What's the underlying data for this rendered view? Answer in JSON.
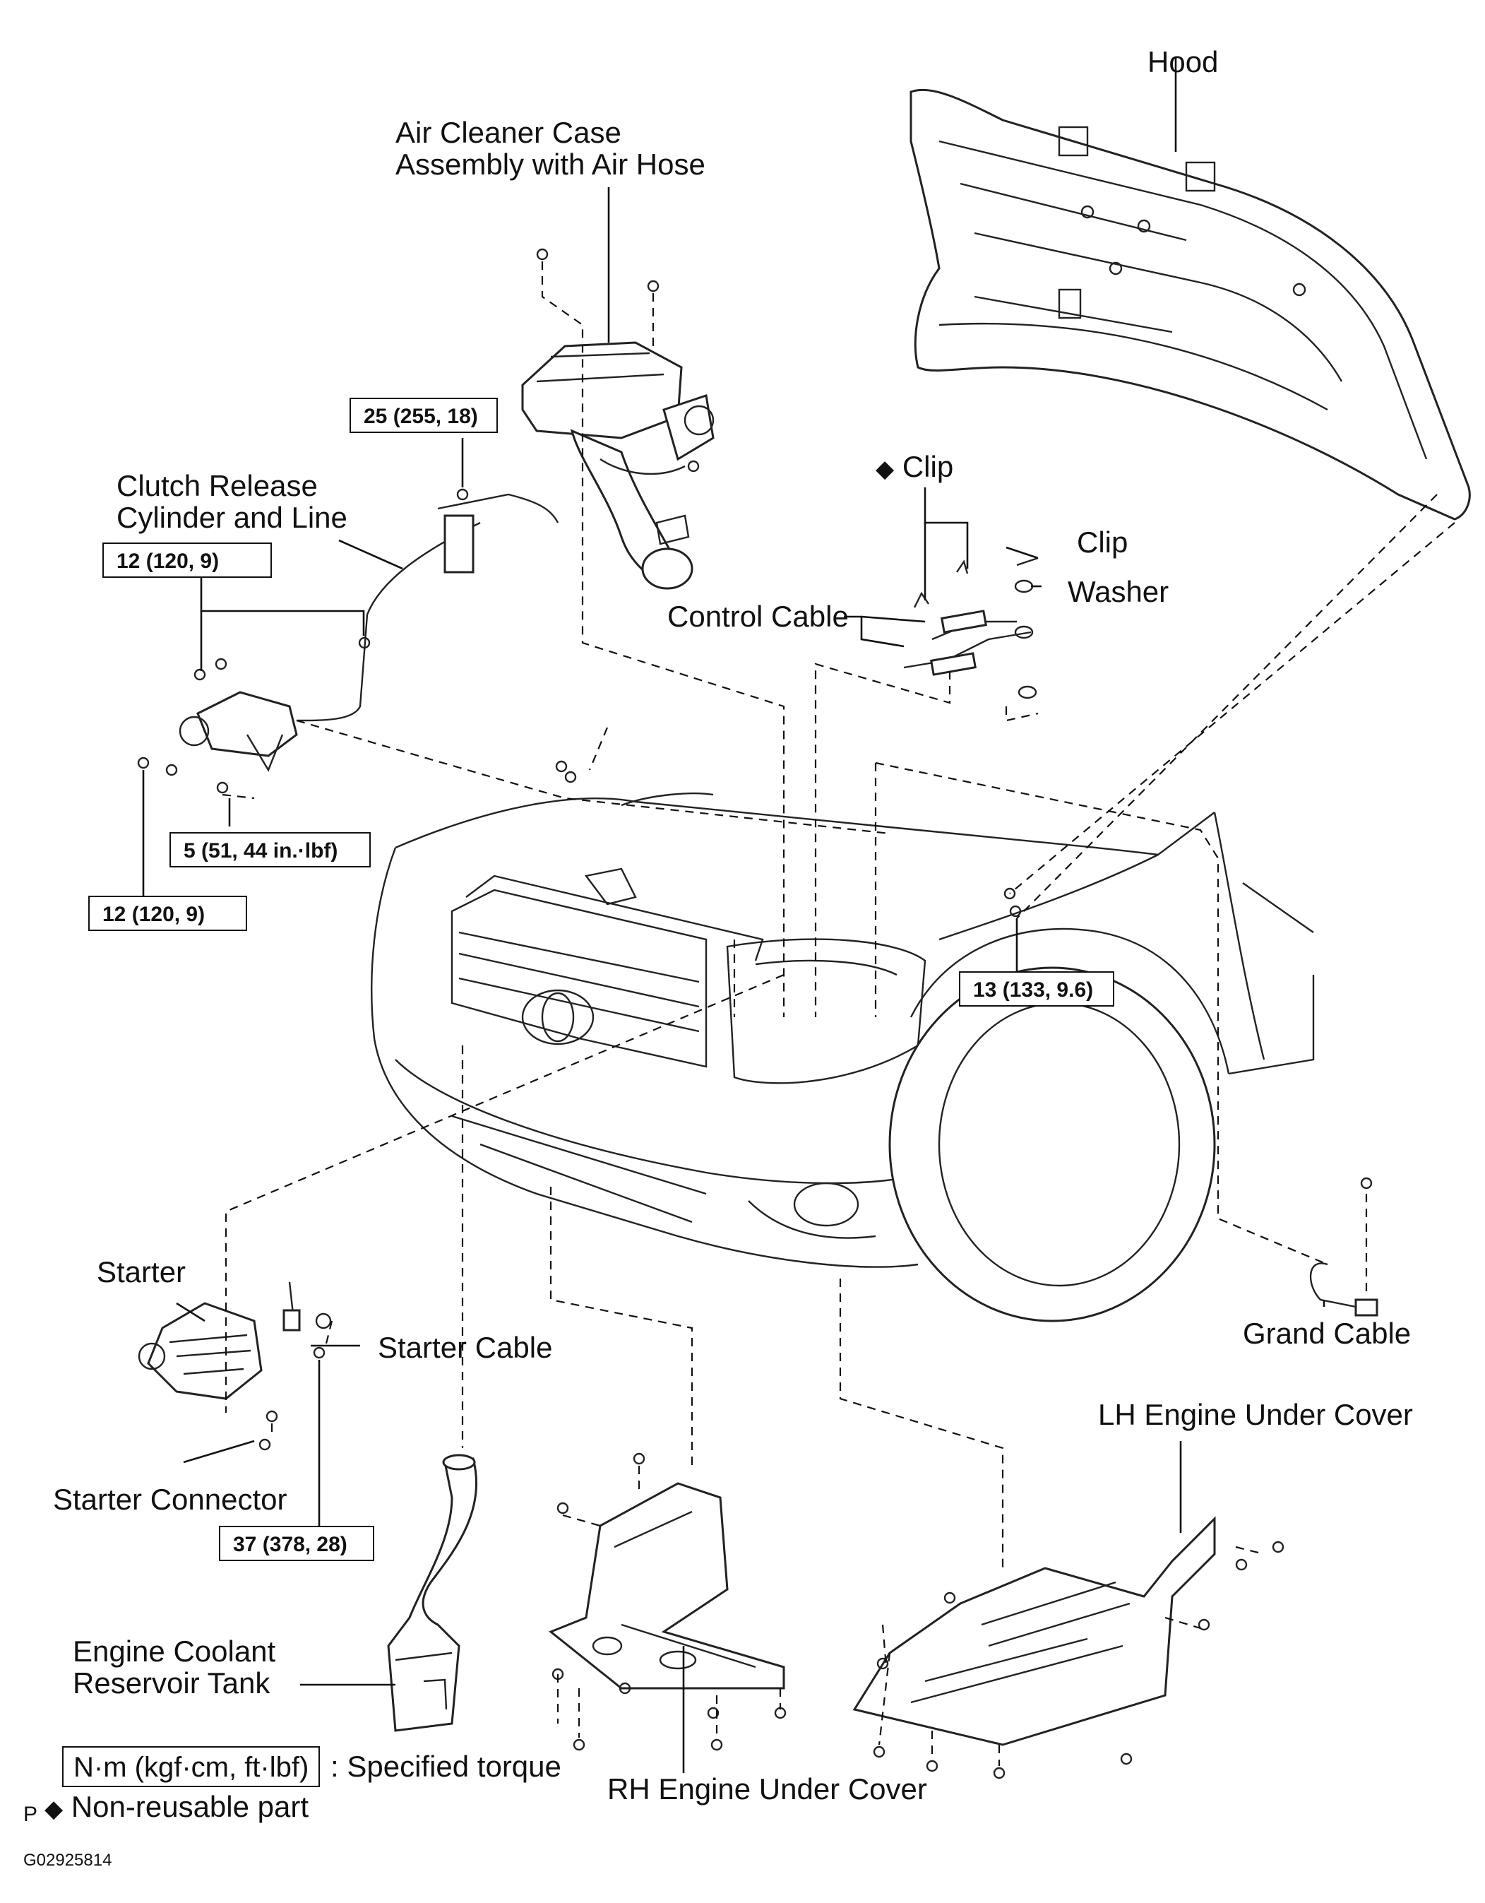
{
  "diagram": {
    "parts": {
      "hood": "Hood",
      "air_cleaner": [
        "Air Cleaner Case",
        "Assembly with Air Hose"
      ],
      "clutch_release": [
        "Clutch Release",
        "Cylinder and Line"
      ],
      "clip_nonreusable": "Clip",
      "clip": "Clip",
      "washer": "Washer",
      "control_cable": "Control Cable",
      "starter": "Starter",
      "starter_cable": "Starter Cable",
      "starter_connector": "Starter Connector",
      "grand_cable": "Grand Cable",
      "lh_under_cover": "LH Engine Under Cover",
      "rh_under_cover": "RH Engine Under Cover",
      "coolant_tank": [
        "Engine Coolant",
        "Reservoir Tank"
      ]
    },
    "torques": {
      "t25": "25 (255, 18)",
      "t12a": "12 (120, 9)",
      "t5": "5 (51, 44 in.·lbf)",
      "t12b": "12 (120, 9)",
      "t13": "13 (133, 9.6)",
      "t37": "37 (378, 28)"
    },
    "legend": {
      "torque_unit": "N·m (kgf·cm, ft·lbf)",
      "torque_desc": ": Specified torque",
      "nonreusable_symbol": "◆",
      "nonreusable_desc": "Non-reusable part"
    },
    "footer": {
      "corner_mark": "P",
      "figure_code": "G02925814"
    }
  }
}
